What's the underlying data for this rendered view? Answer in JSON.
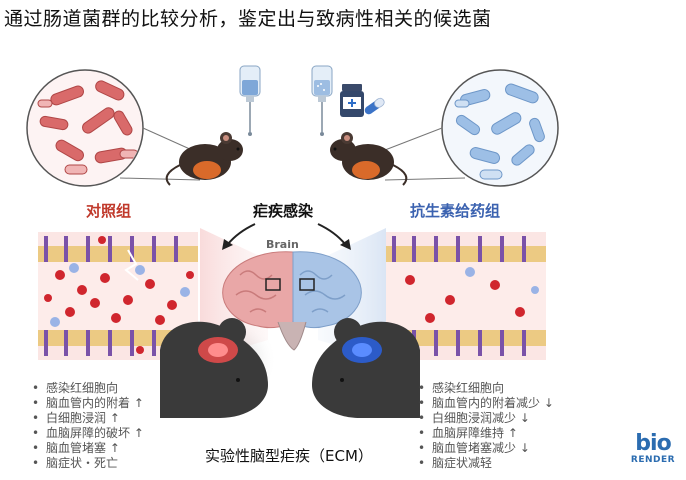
{
  "title": "通过肠道菌群的比较分析，鉴定出与致病性相关的候选菌",
  "labels": {
    "control": "对照组",
    "infection": "疟疾感染",
    "antibiotic": "抗生素给药组",
    "brain": "Brain",
    "ecm": "实验性脑型疟疾（ECM）"
  },
  "control_findings": [
    "感染红细胞向",
    "脑血管内的附着 ↑",
    "白细胞浸润 ↑",
    "血脑屏障的破坏 ↑",
    "脑血管堵塞 ↑",
    "脑症状・死亡"
  ],
  "antibiotic_findings": [
    "感染红细胞向",
    "脑血管内的附着减少 ↓",
    "白细胞浸润减少 ↓",
    "血脑屏障维持 ↑",
    "脑血管堵塞减少 ↓",
    "脑症状减轻"
  ],
  "logo": {
    "top": "bio",
    "bottom": "RENDER"
  },
  "colors": {
    "control": "#c0392b",
    "antibiotic": "#3b62b0",
    "logo": "#2b6cb0"
  },
  "icons": [
    "bacteria-red-circle",
    "bacteria-blue-circle",
    "iv-bottle-icon",
    "medicine-bottle-icon",
    "pill-icon",
    "mouse-icon",
    "brain-icon",
    "mouse-head-icon",
    "blood-vessel-diagram",
    "arrow-icon"
  ]
}
